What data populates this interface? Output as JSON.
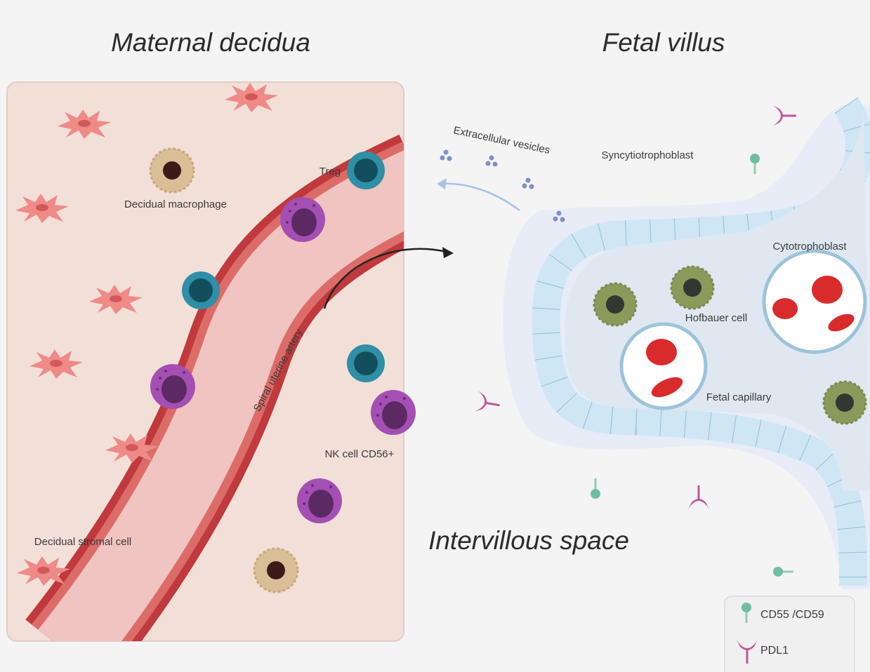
{
  "figure": {
    "titles": {
      "maternal": "Maternal decidua",
      "fetal": "Fetal villus",
      "intervillous": "Intervillous space"
    },
    "labels": {
      "treg": "Treg",
      "decidual_macrophage": "Decidual macrophage",
      "spiral_artery": "Spiral uterine artery",
      "nk_cell": "NK cell CD56+",
      "decidual_stromal": "Decidual stromal cell",
      "extracellular_vesicles": "Extracellular vesicles",
      "syncytiotrophoblast": "Syncytiotrophoblast",
      "cytotrophoblast": "Cytotrophoblast",
      "hofbauer": "Hofbauer cell",
      "fetal_capillary": "Fetal capillary"
    },
    "legend": [
      {
        "icon": "cd55-cd59-icon",
        "label": "CD55 /CD59",
        "color": "#6fbf9f"
      },
      {
        "icon": "pdl1-icon",
        "label": "PDL1",
        "color": "#c0569a"
      }
    ],
    "colors": {
      "decidua_bg": "#f2dfd8",
      "artery_wall": "#c0393c",
      "artery_lumen": "#f0c4c0",
      "stromal_cell": "#ef8a87",
      "macrophage": "#d9bf96",
      "treg": "#2e8fa6",
      "nk_cell": "#a44fb3",
      "villus_bg": "#e7ecf6",
      "cytotrophoblast": "#cfe6f5",
      "hofbauer": "#8a9a5b",
      "rbc": "#d92b2b"
    }
  }
}
